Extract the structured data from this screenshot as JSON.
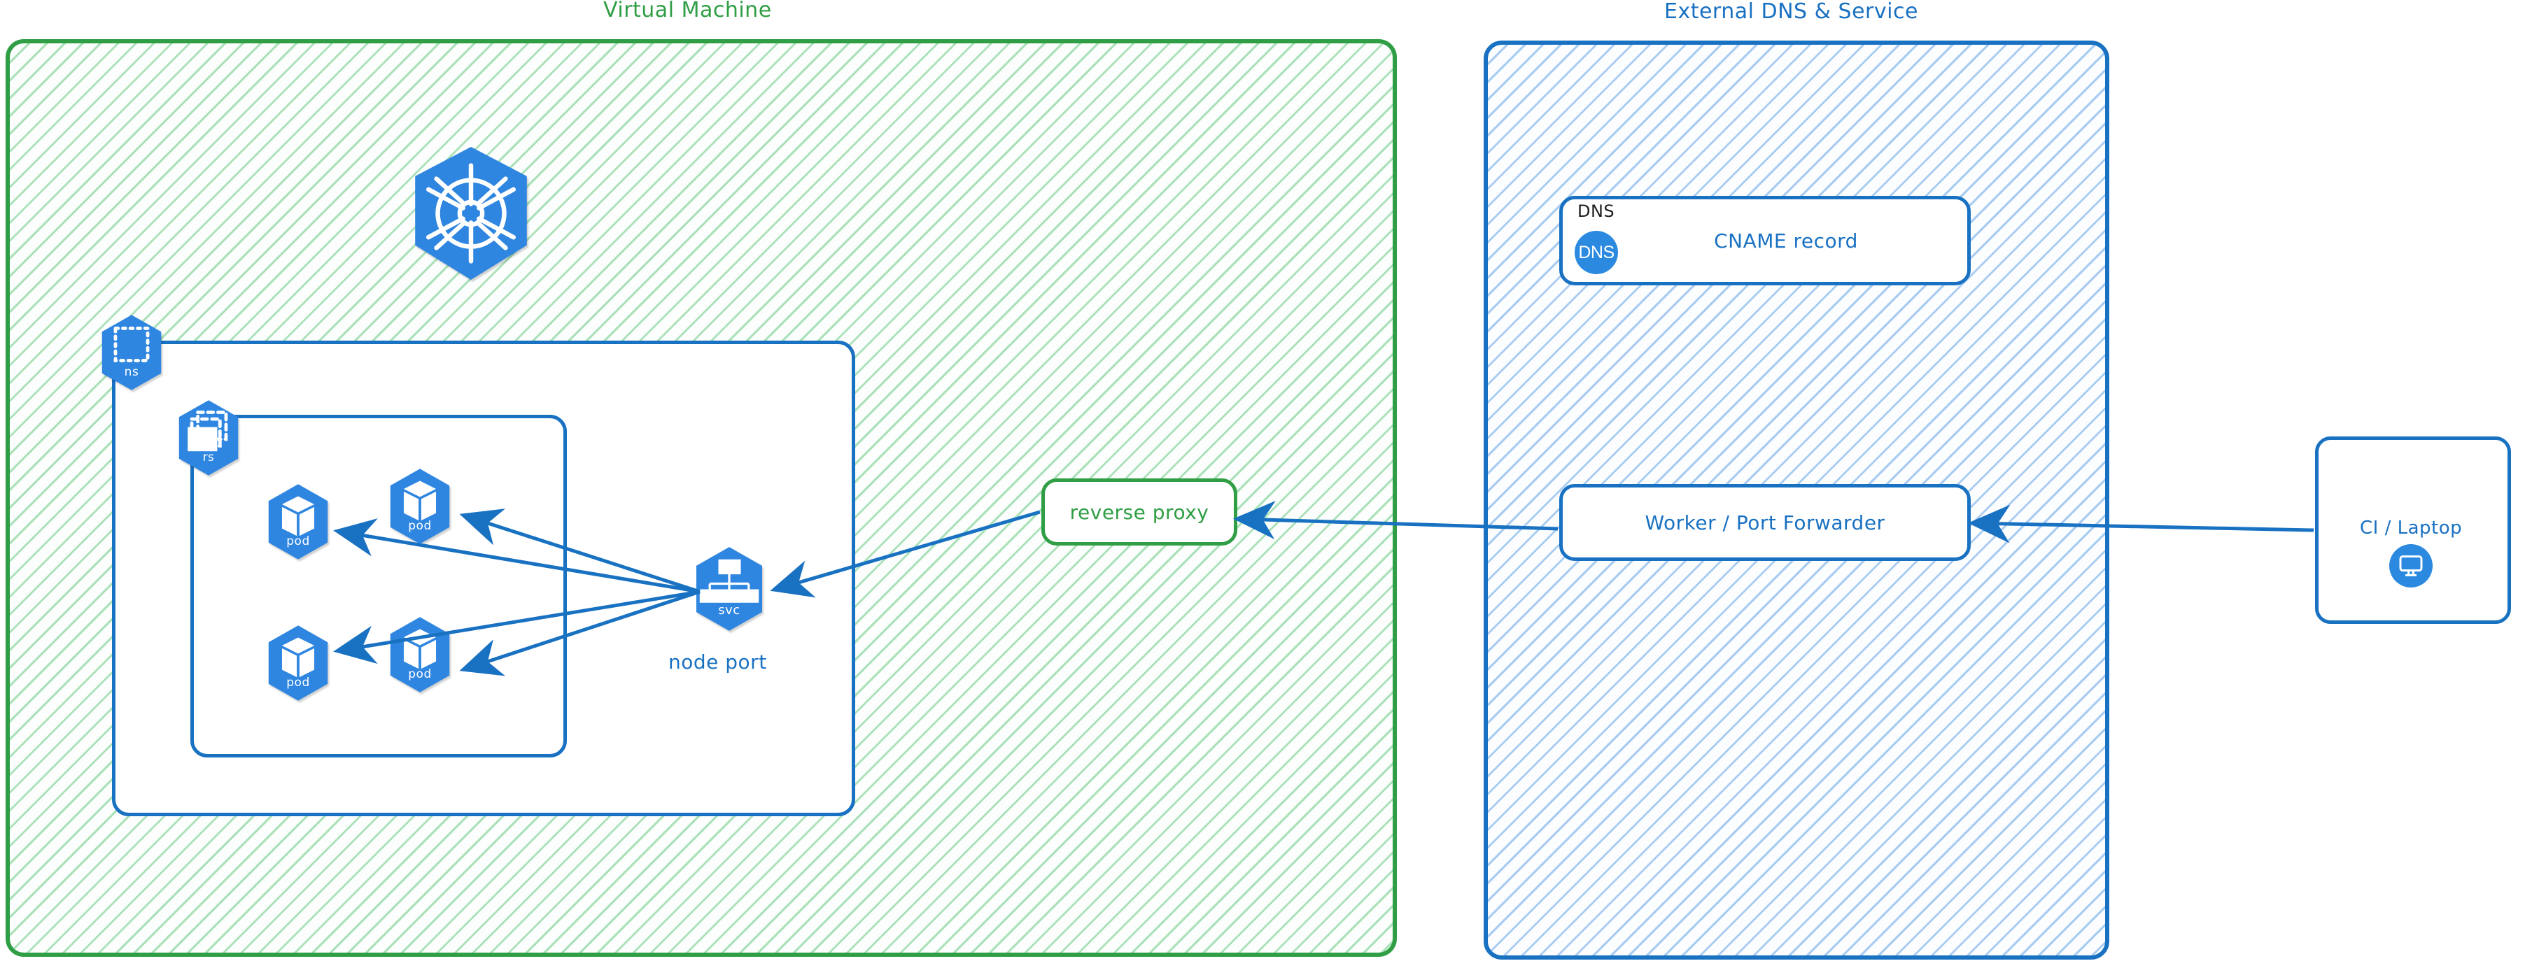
{
  "groups": [
    {
      "id": "virtual-machine",
      "title": "Virtual Machine",
      "accent": "#2f9e44"
    },
    {
      "id": "external-dns-service",
      "title": "External DNS & Service",
      "accent": "#1971c2"
    }
  ],
  "vm": {
    "title": "Virtual Machine",
    "k8s_logo_name": "kubernetes-logo",
    "namespace": {
      "badge": "ns",
      "icon": "namespace-icon"
    },
    "replicaset": {
      "badge": "rs",
      "icon": "replicaset-icon"
    },
    "pods": [
      {
        "badge": "pod",
        "icon": "pod-icon"
      },
      {
        "badge": "pod",
        "icon": "pod-icon"
      },
      {
        "badge": "pod",
        "icon": "pod-icon"
      },
      {
        "badge": "pod",
        "icon": "pod-icon"
      }
    ],
    "service": {
      "badge": "svc",
      "icon": "service-icon",
      "caption": "node port"
    },
    "reverse_proxy": {
      "label": "reverse proxy"
    }
  },
  "external": {
    "title": "External DNS & Service",
    "dns_card": {
      "tag": "DNS",
      "circle_label": "DNS",
      "label": "CNAME record",
      "icon": "dns-icon"
    },
    "worker_card": {
      "label": "Worker / Port Forwarder"
    }
  },
  "client": {
    "label": "CI / Laptop",
    "icon": "monitor-icon"
  },
  "colors": {
    "green": "#2f9e44",
    "blue": "#1971c2",
    "k8s_blue": "#2f86e0",
    "ink": "#1e1e1e"
  },
  "connections": [
    {
      "from": "service",
      "to": "pod-1",
      "arrow": "single"
    },
    {
      "from": "service",
      "to": "pod-2",
      "arrow": "single"
    },
    {
      "from": "service",
      "to": "pod-3",
      "arrow": "single"
    },
    {
      "from": "service",
      "to": "pod-4",
      "arrow": "single"
    },
    {
      "from": "reverse-proxy",
      "to": "service",
      "arrow": "single"
    },
    {
      "from": "worker-port-forwarder",
      "to": "reverse-proxy",
      "arrow": "single"
    },
    {
      "from": "ci-laptop",
      "to": "worker-port-forwarder",
      "arrow": "single"
    }
  ]
}
